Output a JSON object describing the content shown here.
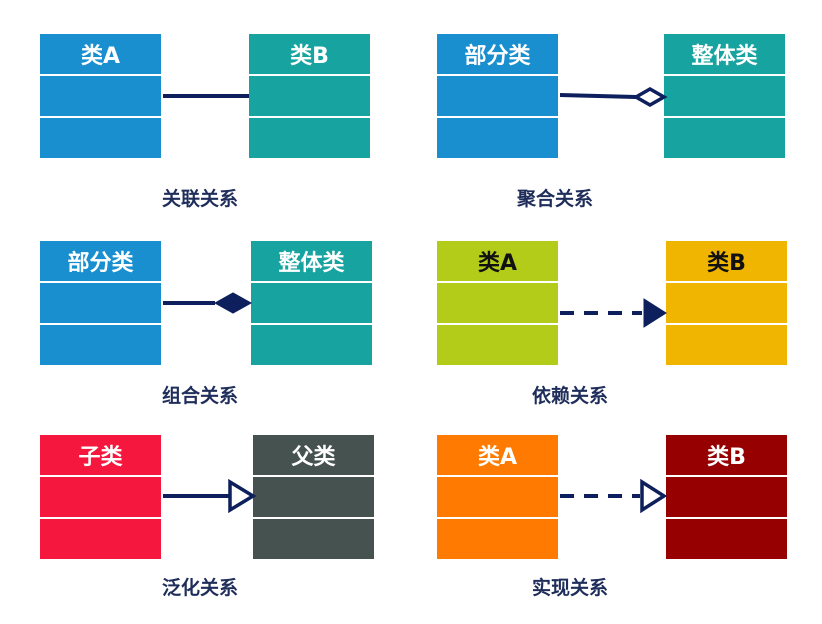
{
  "colors": {
    "line": "#0d1f5c",
    "blue": "#1a8fd0",
    "teal": "#17a3a0",
    "olive": "#b3cc1a",
    "gold": "#f0b500",
    "red": "#f5173e",
    "slate": "#455250",
    "orange": "#ff7a00",
    "maroon": "#960000"
  },
  "panels": [
    {
      "left": {
        "title": "类A",
        "color": "blue"
      },
      "right": {
        "title": "类B",
        "color": "teal"
      },
      "connector": "association",
      "caption": "关联关系"
    },
    {
      "left": {
        "title": "部分类",
        "color": "blue"
      },
      "right": {
        "title": "整体类",
        "color": "teal"
      },
      "connector": "aggregation",
      "caption": "聚合关系"
    },
    {
      "left": {
        "title": "部分类",
        "color": "blue"
      },
      "right": {
        "title": "整体类",
        "color": "teal"
      },
      "connector": "composition",
      "caption": "组合关系"
    },
    {
      "left": {
        "title": "类A",
        "color": "olive"
      },
      "right": {
        "title": "类B",
        "color": "gold"
      },
      "connector": "dependency",
      "caption": "依赖关系"
    },
    {
      "left": {
        "title": "子类",
        "color": "red"
      },
      "right": {
        "title": "父类",
        "color": "slate"
      },
      "connector": "generalization",
      "caption": "泛化关系"
    },
    {
      "left": {
        "title": "类A",
        "color": "orange"
      },
      "right": {
        "title": "类B",
        "color": "maroon"
      },
      "connector": "realization",
      "caption": "实现关系"
    }
  ]
}
